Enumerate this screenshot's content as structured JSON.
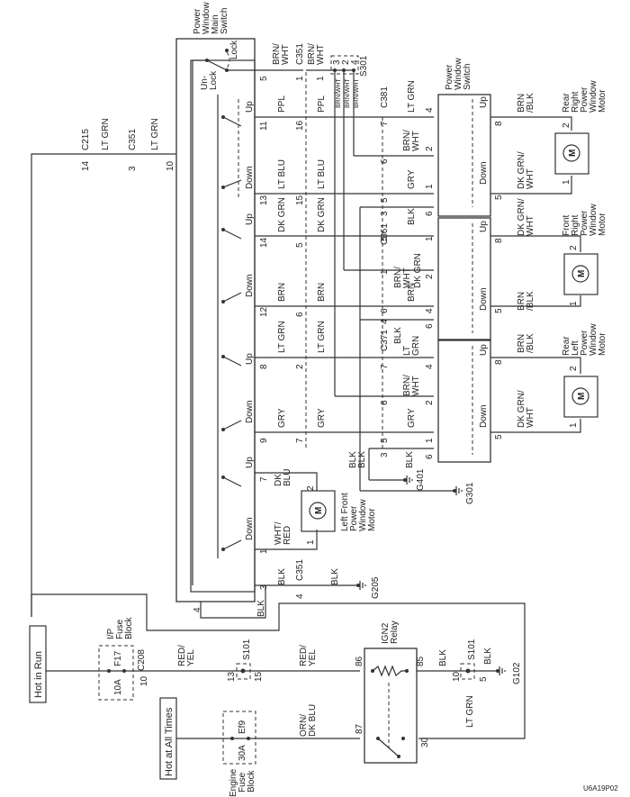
{
  "diagram_id": "U6A19P02",
  "components": {
    "main_switch": [
      "Power",
      "Window",
      "Main",
      "Switch"
    ],
    "lock": "Lock",
    "unlock": [
      "Un-",
      "Lock"
    ],
    "up": "Up",
    "down": "Down",
    "pw_switch": [
      "Power",
      "Window",
      "Switch"
    ],
    "rr_motor": [
      "Rear",
      "Right",
      "Power",
      "Window",
      "Motor"
    ],
    "fr_motor": [
      "Front",
      "Right",
      "Power",
      "Window",
      "Motor"
    ],
    "rl_motor": [
      "Rear",
      "Left",
      "Power",
      "Window",
      "Motor"
    ],
    "lf_motor": [
      "Left Front",
      "Power",
      "Window",
      "Motor"
    ],
    "motor_glyph": "M",
    "hot_in_run": "Hot in Run",
    "hot_at_all_times": "Hot at All Times",
    "ip_fuse_block": [
      "I/P",
      "Fuse",
      "Block"
    ],
    "engine_fuse_block": [
      "Engine",
      "Fuse",
      "Block"
    ],
    "fuse_f17": "F17",
    "fuse_f17_rating": "10A",
    "fuse_ef9": "Ef9",
    "fuse_ef9_rating": "30A",
    "relay": [
      "IGN2",
      "Relay"
    ]
  },
  "connectors": {
    "c215": "C215",
    "c351": "C351",
    "c381": "C381",
    "c361": "C361",
    "c371": "C371",
    "c208": "C208",
    "s101": "S101",
    "s301": "S301",
    "g205": "G205",
    "g401": "G401",
    "g301": "G301",
    "g102": "G102"
  },
  "wires": {
    "lt_grn": "LT GRN",
    "brn_wht": [
      "BRN/",
      "WHT"
    ],
    "brn_wht_small": "BRN/WHT",
    "ppl": "PPL",
    "lt_blu": "LT BLU",
    "dk_grn": "DK GRN",
    "brn": "BRN",
    "gry": "GRY",
    "dk_blu": [
      "DK",
      "BLU"
    ],
    "wht_red": [
      "WHT/",
      "RED"
    ],
    "blk": "BLK",
    "brn_blk": [
      "BRN",
      "/BLK"
    ],
    "dk_grn_wht": [
      "DK GRN/",
      "WHT"
    ],
    "lt_grn2": [
      "LT",
      "GRN"
    ],
    "red_yel": [
      "RED/",
      "YEL"
    ],
    "orn_dkblu": [
      "ORN/",
      "DK BLU"
    ]
  },
  "pins": {
    "p1": "1",
    "p2": "2",
    "p3": "3",
    "p4": "4",
    "p5": "5",
    "p6": "6",
    "p7": "7",
    "p8": "8",
    "p9": "9",
    "p10": "10",
    "p11": "11",
    "p12": "12",
    "p13": "13",
    "p14": "14",
    "p15": "15",
    "p16": "16",
    "p85": "85",
    "p86": "86",
    "p87": "87",
    "p30": "30"
  }
}
